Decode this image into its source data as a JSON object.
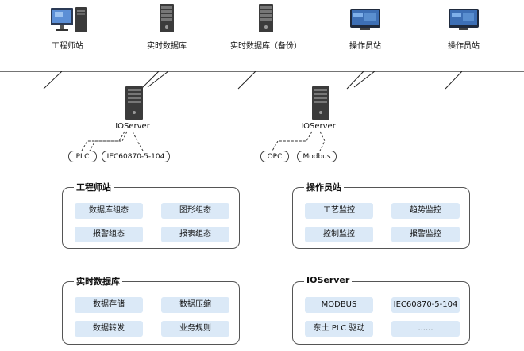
{
  "top_nodes": [
    {
      "icon": "workstation-icon",
      "label": "工程师站"
    },
    {
      "icon": "server-tower-icon",
      "label": "实时数据库"
    },
    {
      "icon": "server-tower-icon",
      "label": "实时数据库（备份）"
    },
    {
      "icon": "operator-monitor-icon",
      "label": "操作员站"
    },
    {
      "icon": "operator-monitor-icon",
      "label": "操作员站"
    }
  ],
  "io_servers": [
    {
      "label": "IOServer",
      "protocols": [
        "PLC",
        "IEC60870-5-104"
      ]
    },
    {
      "label": "IOServer",
      "protocols": [
        "OPC",
        "Modbus"
      ]
    }
  ],
  "panels": [
    {
      "title": "工程师站",
      "cells": [
        "数据库组态",
        "图形组态",
        "报警组态",
        "报表组态"
      ]
    },
    {
      "title": "操作员站",
      "cells": [
        "工艺监控",
        "趋势监控",
        "控制监控",
        "报警监控"
      ]
    },
    {
      "title": "实时数据库",
      "cells": [
        "数据存储",
        "数据压缩",
        "数据转发",
        "业务规则"
      ]
    },
    {
      "title": "IOServer",
      "cells": [
        "MODBUS",
        "IEC60870-5-104",
        "东土 PLC 驱动",
        "......"
      ]
    }
  ]
}
